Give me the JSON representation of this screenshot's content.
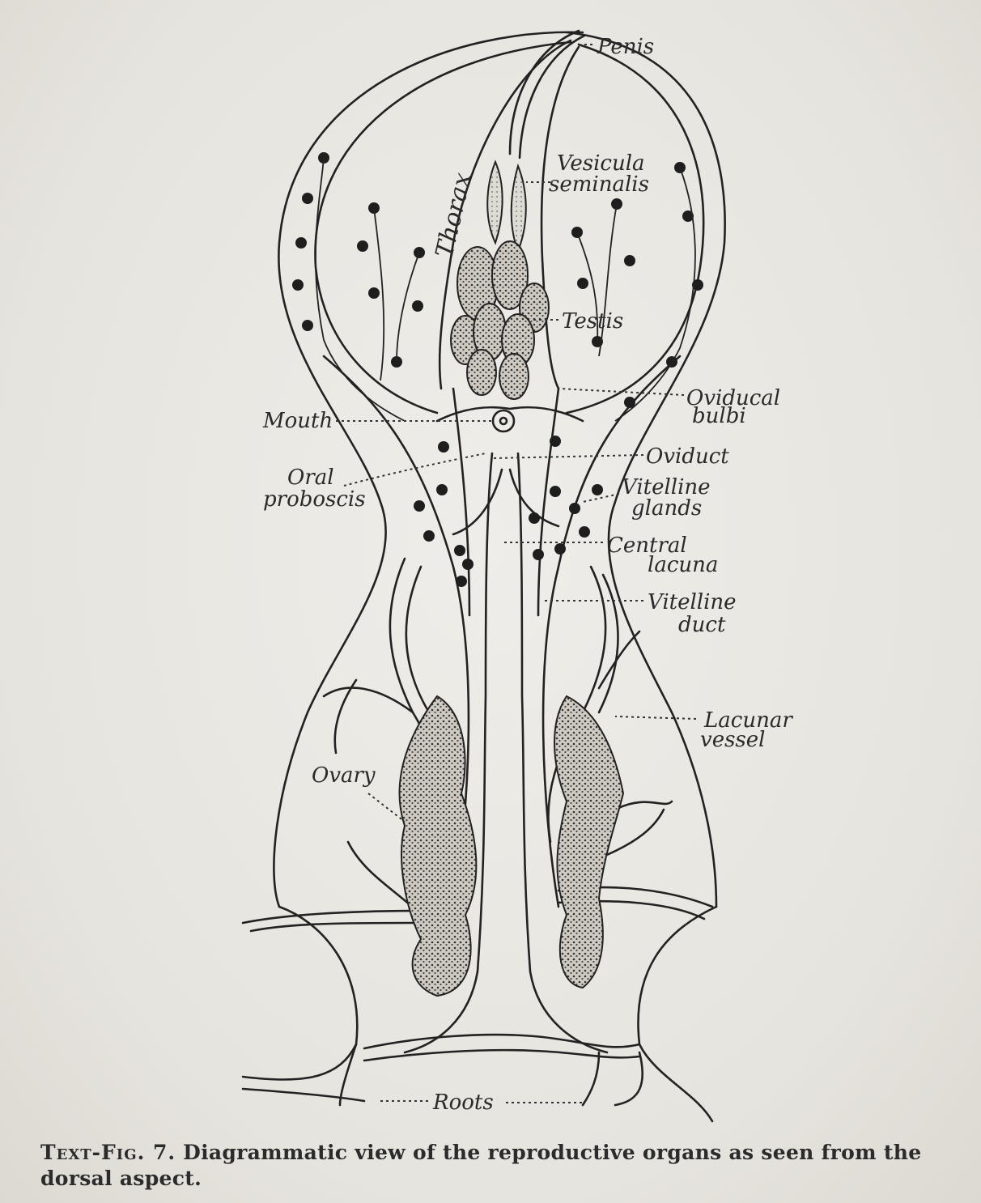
{
  "labels": {
    "penis": "Penis",
    "thorax": "Thorax",
    "vesicula_1": "Vesicula",
    "vesicula_2": "seminalis",
    "testis": "Testis",
    "oviducal_1": "Oviducal",
    "oviducal_2": "bulbi",
    "mouth": "Mouth",
    "oviduct": "Oviduct",
    "oral_1": "Oral",
    "oral_2": "proboscis",
    "vitelline_glands_1": "Vitelline",
    "vitelline_glands_2": "glands",
    "central_1": "Central",
    "central_2": "lacuna",
    "vitelline_duct_1": "Vitelline",
    "vitelline_duct_2": "duct",
    "lacunar_1": "Lacunar",
    "lacunar_2": "vessel",
    "ovary": "Ovary",
    "roots": "Roots"
  },
  "caption": {
    "figno": "Text-Fig. 7.",
    "text": "Diagrammatic view of the reproductive organs as seen from the dorsal aspect."
  },
  "colors": {
    "ink": "#222222",
    "paper": "#e9e7e2"
  }
}
